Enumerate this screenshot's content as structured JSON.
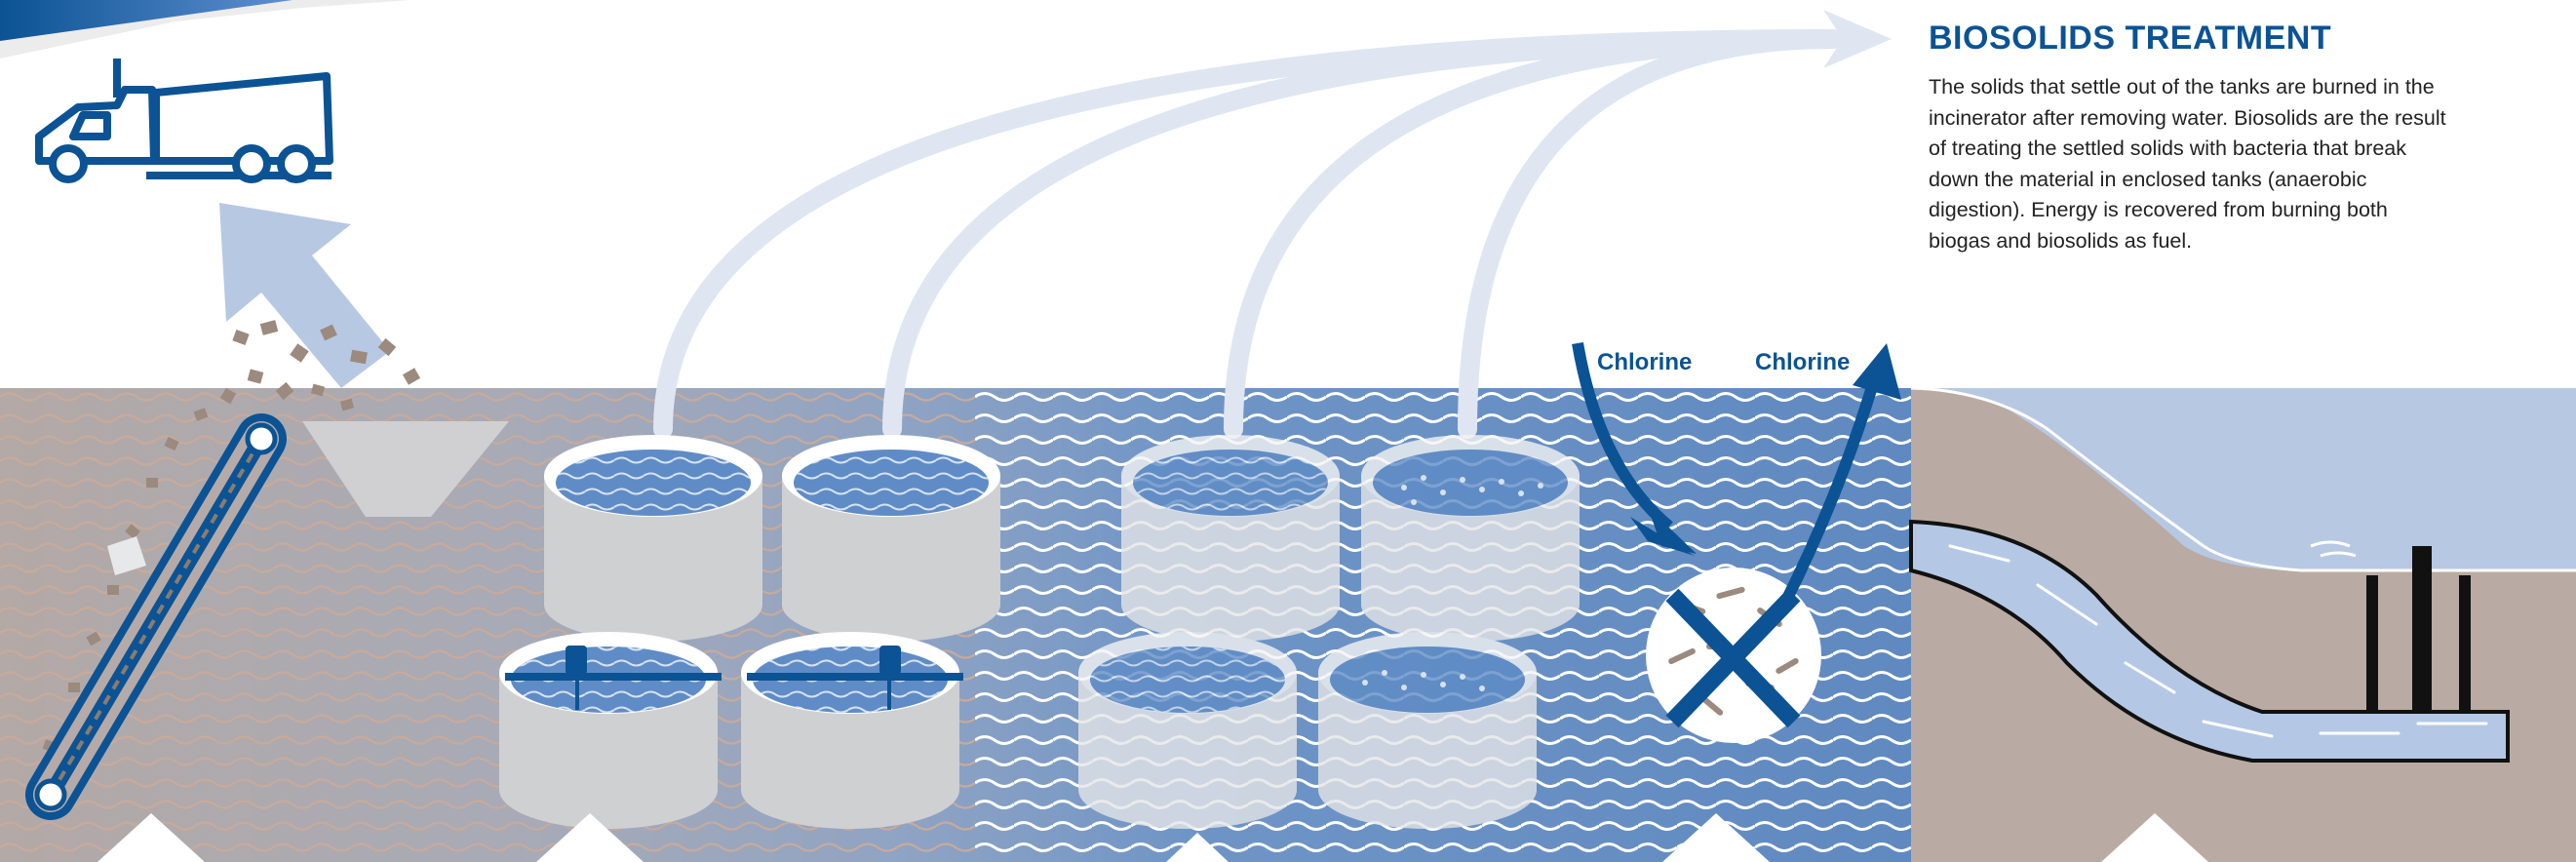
{
  "section": {
    "title": "BIOSOLIDS TREATMENT",
    "description": "The solids that settle out of the tanks are burned in the incinerator after removing water. Biosolids are the result of treating the settled solids with bacteria that break down the material in enclosed tanks (anaerobic digestion). Energy is recovered from burning both biogas and biosolids as fuel."
  },
  "labels": {
    "chlorine_in": "Chlorine",
    "chlorine_out": "Chlorine"
  },
  "colors": {
    "brand_blue": "#0b5394",
    "light_arrow": "#dfe6f2",
    "water_blue": "#6b93c6",
    "sediment": "#b9aca6",
    "tank_grey": "#cfd0d2",
    "sky": "#b7c8e3"
  },
  "icons": [
    "dump-truck-icon",
    "conveyor-belt-icon",
    "hopper-icon",
    "clarifier-tank-icon",
    "disinfection-icon",
    "outfall-pipe-icon"
  ]
}
